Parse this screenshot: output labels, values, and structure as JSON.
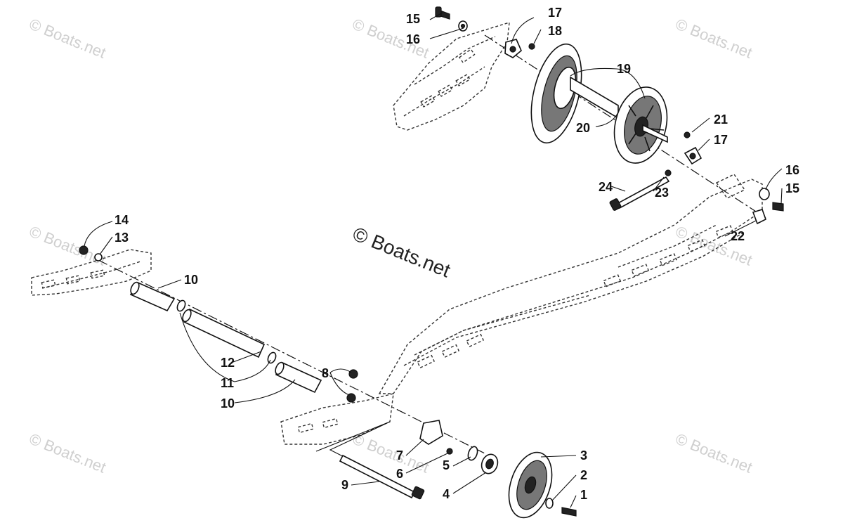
{
  "watermark": {
    "center_text": "© Boats.net",
    "tile_text": "© Boats.net"
  },
  "callouts": [
    "1",
    "2",
    "3",
    "4",
    "5",
    "6",
    "7",
    "8",
    "9",
    "10",
    "10",
    "11",
    "12",
    "13",
    "14",
    "15",
    "15",
    "16",
    "16",
    "17",
    "17",
    "18",
    "19",
    "20",
    "21",
    "22",
    "23",
    "24"
  ],
  "colors": {
    "ink": "#111111",
    "watermark": "#cfcfcf",
    "background": "#ffffff"
  }
}
